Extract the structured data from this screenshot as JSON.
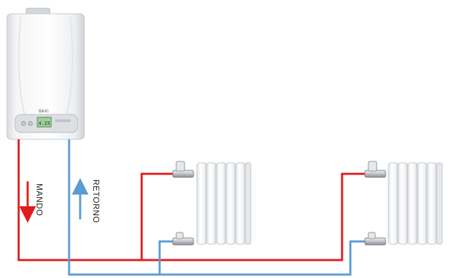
{
  "diagram": {
    "labels": {
      "supply": "MANDO",
      "return": "RETORNO"
    },
    "boiler": {
      "brand": "BAXI",
      "display": "4.25"
    },
    "colors": {
      "supply": "#e01b1b",
      "return": "#5b9bd5",
      "boiler_body": "#eef0f2",
      "radiator": "#f7f8f9"
    },
    "radiator_count": 2
  }
}
